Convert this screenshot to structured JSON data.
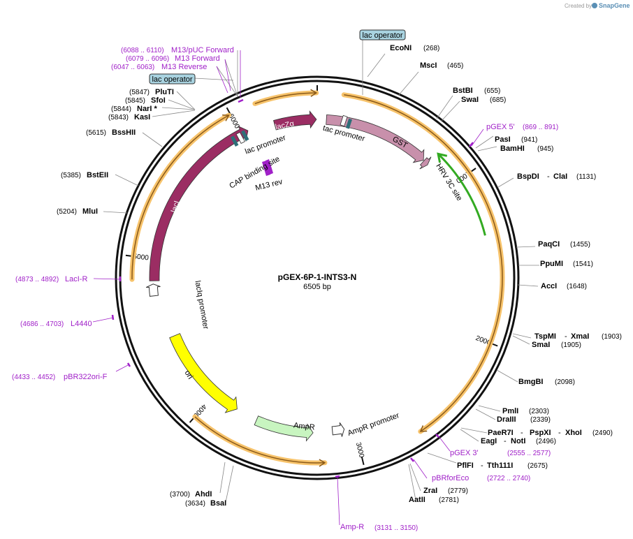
{
  "credit": {
    "prefix": "Created by",
    "brand": "SnapGene"
  },
  "plasmid": {
    "name": "pGEX-6P-1-INTS3-N",
    "length_label": "6505 bp",
    "length": 6505
  },
  "ticks": [
    {
      "bp": 1000,
      "label": "1000"
    },
    {
      "bp": 2000,
      "label": "2000"
    },
    {
      "bp": 3000,
      "label": "3000"
    },
    {
      "bp": 4000,
      "label": "4000"
    },
    {
      "bp": 5000,
      "label": "5000"
    },
    {
      "bp": 6000,
      "label": "6000"
    }
  ],
  "colors": {
    "backbone": "#111111",
    "orf_highlight": "#f7c36b",
    "orf_arrow": "#8a5a1a",
    "lac_maroon": "#9b2d63",
    "gst_pink": "#c890ab",
    "ori_yellow": "#ffff00",
    "ampr_green": "#c8f5c0",
    "pgex5_green": "#33aa22",
    "promoter_teal": "#2e6f78",
    "primer_purple": "#a020c8",
    "operator_box": "#a9d3e0"
  },
  "operators": [
    {
      "label": "lac operator"
    },
    {
      "label": "lac operator"
    }
  ],
  "enzymes": [
    {
      "name": "EcoNI",
      "pos": "(268)"
    },
    {
      "name": "MscI",
      "pos": "(465)"
    },
    {
      "name": "BstBI",
      "pos": "(655)"
    },
    {
      "name": "SwaI",
      "pos": "(685)"
    },
    {
      "name": "PasI",
      "pos": "(941)"
    },
    {
      "name": "BamHI",
      "pos": "(945)"
    },
    {
      "name": "BspDI",
      "sep": "- ",
      "name2": "ClaI",
      "pos": "(1131)"
    },
    {
      "name": "PaqCI",
      "pos": "(1455)"
    },
    {
      "name": "PpuMI",
      "pos": "(1541)"
    },
    {
      "name": "AccI",
      "pos": "(1648)"
    },
    {
      "name": "TspMI",
      "sep": "- ",
      "name2": "XmaI",
      "pos": "(1903)"
    },
    {
      "name": "SmaI",
      "pos": "(1905)"
    },
    {
      "name": "BmgBI",
      "pos": "(2098)"
    },
    {
      "name": "PmlI",
      "pos": "(2303)"
    },
    {
      "name": "DraIII",
      "pos": "(2339)"
    },
    {
      "name": "PaeR7I",
      "sep": "- ",
      "name2": "PspXI",
      "sep2": "- ",
      "name3": "XhoI",
      "pos": "(2490)"
    },
    {
      "name": "EagI",
      "sep": "- ",
      "name2": "NotI",
      "pos": "(2496)"
    },
    {
      "name": "PflFI",
      "sep": "- ",
      "name2": "Tth111I",
      "pos": "(2675)"
    },
    {
      "name": "ZraI",
      "pos": "(2779)"
    },
    {
      "name": "AatII",
      "pos": "(2781)"
    },
    {
      "name": "AhdI",
      "pos": "(3700)"
    },
    {
      "name": "BsaI",
      "pos": "(3634)"
    },
    {
      "name": "MluI",
      "pos": "(5204)"
    },
    {
      "name": "BstEII",
      "pos": "(5385)"
    },
    {
      "name": "BssHII",
      "pos": "(5615)"
    },
    {
      "name": "KasI",
      "pos": "(5843)"
    },
    {
      "name": "NarI *",
      "pos": "(5844)"
    },
    {
      "name": "SfoI",
      "pos": "(5845)"
    },
    {
      "name": "PluTI",
      "pos": "(5847)"
    }
  ],
  "primers": [
    {
      "name": "M13/pUC Forward",
      "range": "(6088 .. 6110)"
    },
    {
      "name": "M13 Forward",
      "range": "(6079 .. 6096)"
    },
    {
      "name": "M13 Reverse",
      "range": "(6047 .. 6063)"
    },
    {
      "name": "pGEX 5'",
      "range": "(869 .. 891)"
    },
    {
      "name": "pGEX 3'",
      "range": "(2555 .. 2577)"
    },
    {
      "name": "pBRforEco",
      "range": "(2722 .. 2740)"
    },
    {
      "name": "Amp-R",
      "range": "(3131 .. 3150)"
    },
    {
      "name": "pBR322ori-F",
      "range": "(4433 .. 4452)"
    },
    {
      "name": "L4440",
      "range": "(4686 .. 4703)"
    },
    {
      "name": "LacI-R",
      "range": "(4873 .. 4892)"
    }
  ],
  "features": [
    {
      "name": "lacZα"
    },
    {
      "name": "GST"
    },
    {
      "name": "lacI"
    },
    {
      "name": "ori"
    },
    {
      "name": "AmpR"
    },
    {
      "name": "tac promoter"
    },
    {
      "name": "HRV 3C site"
    },
    {
      "name": "lac promoter"
    },
    {
      "name": "CAP binding site"
    },
    {
      "name": "M13 rev"
    },
    {
      "name": "lacIq promoter"
    },
    {
      "name": "AmpR promoter"
    }
  ]
}
